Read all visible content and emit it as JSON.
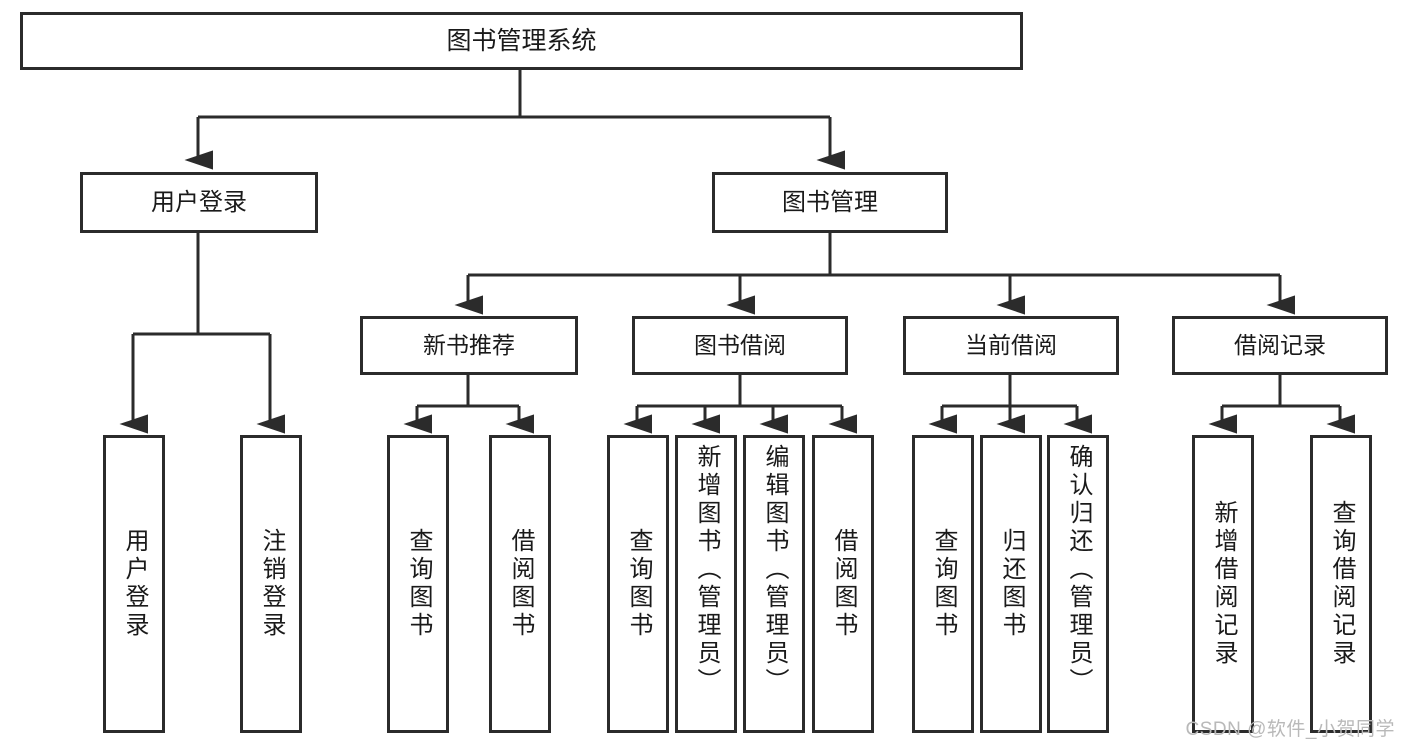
{
  "diagram": {
    "title": "图书管理系统",
    "type": "tree-hierarchy",
    "root": {
      "label": "图书管理系统"
    },
    "level2": [
      {
        "label": "用户登录"
      },
      {
        "label": "图书管理"
      }
    ],
    "level3": [
      {
        "label": "新书推荐"
      },
      {
        "label": "图书借阅"
      },
      {
        "label": "当前借阅"
      },
      {
        "label": "借阅记录"
      }
    ],
    "leaves": {
      "user_login": [
        {
          "label": "用户登录"
        },
        {
          "label": "注销登录"
        }
      ],
      "new_book_recommend": [
        {
          "label": "查询图书"
        },
        {
          "label": "借阅图书"
        }
      ],
      "book_borrow": [
        {
          "label": "查询图书"
        },
        {
          "label": "新增图书（管理员）"
        },
        {
          "label": "编辑图书（管理员）"
        },
        {
          "label": "借阅图书"
        }
      ],
      "current_borrow": [
        {
          "label": "查询图书"
        },
        {
          "label": "归还图书"
        },
        {
          "label": "确认归还（管理员）"
        }
      ],
      "borrow_record": [
        {
          "label": "新增借阅记录"
        },
        {
          "label": "查询借阅记录"
        }
      ]
    }
  },
  "watermark": {
    "text": "CSDN @软件_小贺同学"
  },
  "colors": {
    "border": "#2b2b2b",
    "text": "#1a1a1a",
    "background": "#ffffff",
    "watermark": "#b9b9b9"
  }
}
